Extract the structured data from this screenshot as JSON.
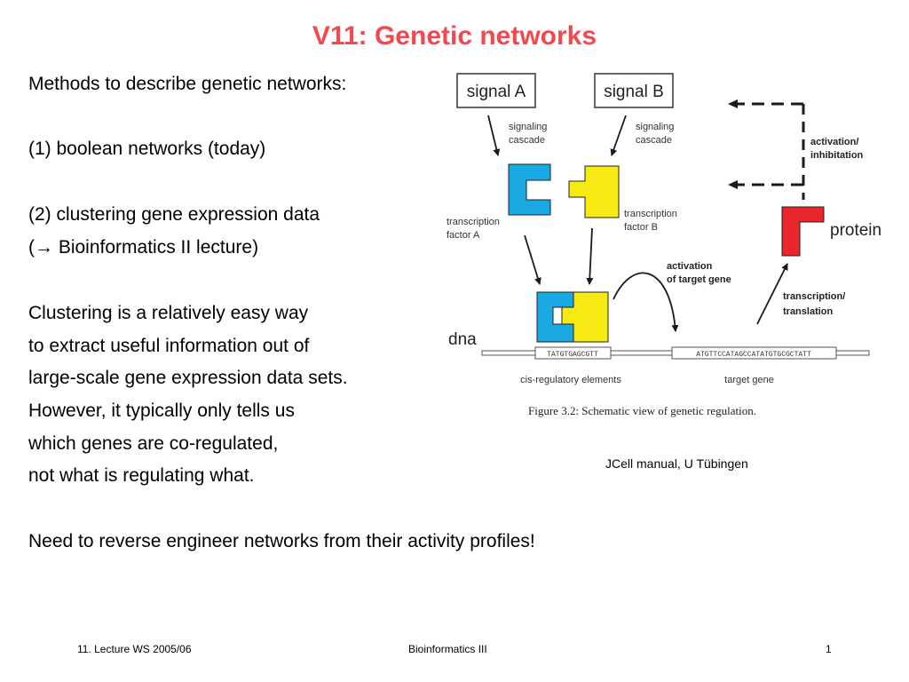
{
  "slide": {
    "title": "V11: Genetic networks",
    "lines": [
      "Methods to describe genetic networks:",
      "(1) boolean networks (today)",
      "(2) clustering gene expression data",
      "(→ Bioinformatics II lecture)",
      "Clustering is a relatively easy way",
      "to extract useful information out of",
      "large-scale gene expression data sets.",
      "However, it typically only tells us",
      "which genes are co-regulated,",
      "not what is regulating what.",
      "Need to reverse engineer networks from their activity profiles!"
    ],
    "figure_credit": "JCell manual, U Tübingen"
  },
  "figure": {
    "signal_a": "signal A",
    "signal_b": "signal B",
    "signaling_cascade_a": [
      "signaling",
      "cascade"
    ],
    "signaling_cascade_b": [
      "signaling",
      "cascade"
    ],
    "tf_a": [
      "transcription",
      "factor A"
    ],
    "tf_b": [
      "transcription",
      "factor B"
    ],
    "activation_inhibitation": [
      "activation/",
      "inhibitation"
    ],
    "protein": "protein",
    "activation_target": [
      "activation",
      "of target gene"
    ],
    "transcription_translation": [
      "transcription/",
      "translation"
    ],
    "dna": "dna",
    "cis_sequence": "TATGTGAGCGTT",
    "target_sequence": "ATGTTCCATAGCCATATGTGCGCTATT",
    "cis_label": "cis-regulatory elements",
    "target_label": "target gene",
    "caption": "Figure 3.2: Schematic view of genetic regulation.",
    "colors": {
      "tf_a": "#1aa9e2",
      "tf_b": "#f7ea12",
      "protein": "#e8262b",
      "title": "#f2494f"
    }
  },
  "footer": {
    "left": "11. Lecture WS 2005/06",
    "center": "Bioinformatics III",
    "right": "1"
  }
}
